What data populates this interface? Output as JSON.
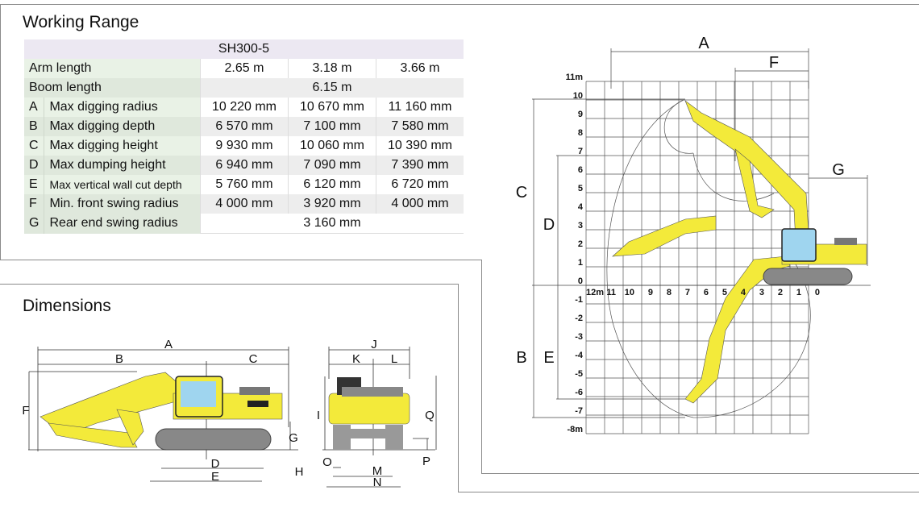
{
  "working_range": {
    "title": "Working Range",
    "model": "SH300-5",
    "arm_length": {
      "label": "Arm length",
      "values": [
        "2.65 m",
        "3.18 m",
        "3.66 m"
      ]
    },
    "boom_length": {
      "label": "Boom length",
      "value": "6.15 m"
    },
    "rows": [
      {
        "letter": "A",
        "label": "Max digging radius",
        "values": [
          "10 220 mm",
          "10 670 mm",
          "11 160 mm"
        ]
      },
      {
        "letter": "B",
        "label": "Max digging depth",
        "values": [
          "6 570 mm",
          "7 100 mm",
          "7 580 mm"
        ]
      },
      {
        "letter": "C",
        "label": "Max digging height",
        "values": [
          "9 930 mm",
          "10 060 mm",
          "10 390 mm"
        ]
      },
      {
        "letter": "D",
        "label": "Max dumping height",
        "values": [
          "6 940 mm",
          "7 090 mm",
          "7 390 mm"
        ]
      },
      {
        "letter": "E",
        "label": "Max vertical wall cut depth",
        "values": [
          "5 760 mm",
          "6 120 mm",
          "6 720 mm"
        ]
      },
      {
        "letter": "F",
        "label": "Min. front swing radius",
        "values": [
          "4 000 mm",
          "3 920 mm",
          "4 000 mm"
        ]
      }
    ],
    "rear": {
      "letter": "G",
      "label": "Rear end swing radius",
      "value": "3 160 mm"
    }
  },
  "dimensions": {
    "title": "Dimensions",
    "side_labels": [
      "A",
      "B",
      "C",
      "D",
      "E",
      "F",
      "G",
      "H"
    ],
    "rear_labels": [
      "I",
      "J",
      "K",
      "L",
      "M",
      "N",
      "O",
      "P",
      "Q"
    ]
  },
  "range_chart": {
    "labels": {
      "A": "A",
      "F": "F",
      "G": "G",
      "C": "C",
      "D": "D",
      "B": "B",
      "E": "E"
    },
    "y_ticks": [
      "11m",
      "10",
      "9",
      "8",
      "7",
      "6",
      "5",
      "4",
      "3",
      "2",
      "1",
      "0",
      "-1",
      "-2",
      "-3",
      "-4",
      "-5",
      "-6",
      "-7",
      "-8m"
    ],
    "x_ticks": [
      "12m",
      "11",
      "10",
      "9",
      "8",
      "7",
      "6",
      "5",
      "4",
      "3",
      "2",
      "1",
      "0"
    ]
  },
  "colors": {
    "machine": "#f3ea3a",
    "frame": "#8a8a8a",
    "track": "#777777"
  }
}
